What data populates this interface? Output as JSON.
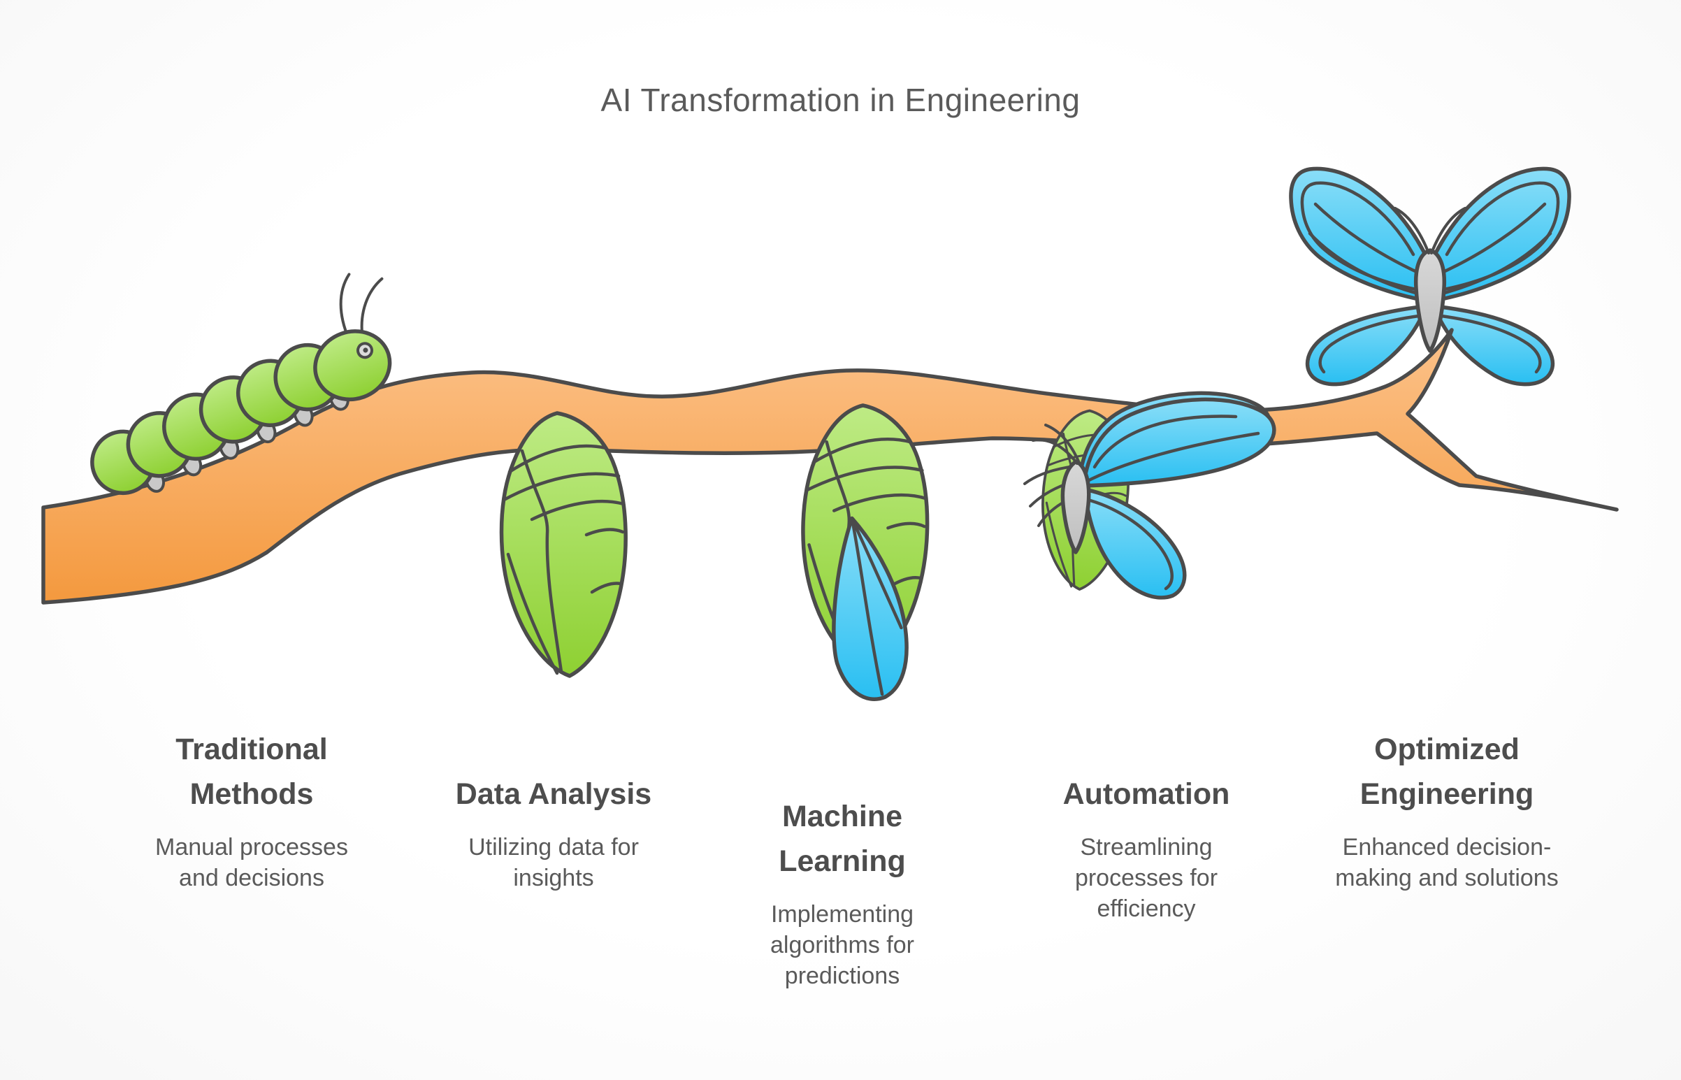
{
  "title": "AI Transformation in Engineering",
  "stages": [
    {
      "title": "Traditional Methods",
      "description": "Manual processes and decisions",
      "icon": "caterpillar-illustration"
    },
    {
      "title": "Data Analysis",
      "description": "Utilizing data for insights",
      "icon": "chrysalis-illustration"
    },
    {
      "title": "Machine Learning",
      "description": "Implementing algorithms for predictions",
      "icon": "chrysalis-emerging-illustration"
    },
    {
      "title": "Automation",
      "description": "Streamlining processes for efficiency",
      "icon": "butterfly-emerging-illustration"
    },
    {
      "title": "Optimized Engineering",
      "description": "Enhanced decision-making and solutions",
      "icon": "butterfly-illustration"
    }
  ],
  "colors": {
    "background": "#ffffff",
    "branch_light": "#fcc28a",
    "branch_dark": "#f4993e",
    "green_light": "#beeb85",
    "green_dark": "#8ed032",
    "blue_light": "#8adef8",
    "blue_dark": "#29bff2",
    "body_gray_light": "#d8d8d8",
    "body_gray_dark": "#bfbfbf",
    "outline": "#4b4b4b",
    "title_text": "#5a5a5a",
    "heading_text": "#4d4d4d",
    "description_text": "#5a5a5a"
  }
}
